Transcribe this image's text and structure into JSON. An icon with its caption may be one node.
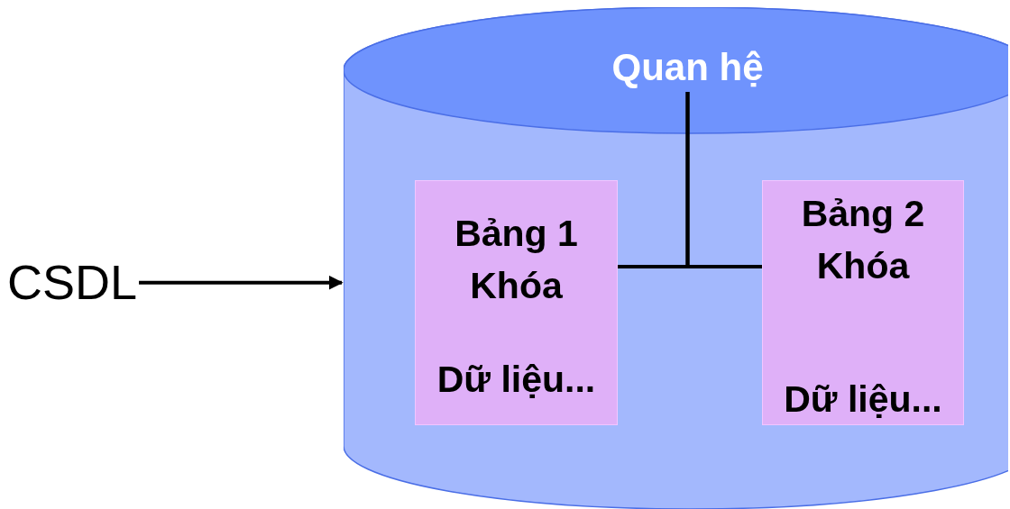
{
  "diagram": {
    "nodes": [
      {
        "text": [],
        "shape": "cylinder"
      },
      {
        "text": [
          "Quan hệ"
        ],
        "in": 0
      },
      {
        "text": [
          "CSDL"
        ]
      },
      {
        "text": [
          "Bảng 1",
          "Khóa",
          "Dữ liệu..."
        ],
        "in": 0
      },
      {
        "text": [
          "Bảng 2",
          "Khóa",
          "Dữ liệu..."
        ],
        "in": 0
      }
    ],
    "edges": [
      {
        "from": 2,
        "to": 0,
        "arrow": "to"
      },
      {
        "from": 1,
        "to": 3,
        "arrow": "none"
      },
      {
        "from": 1,
        "to": 4,
        "arrow": "none"
      }
    ]
  }
}
